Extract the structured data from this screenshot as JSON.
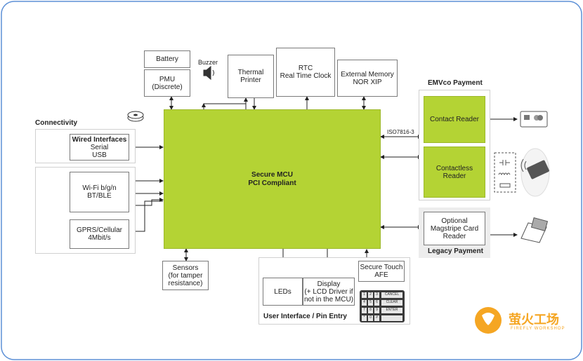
{
  "mcu": {
    "line1": "Secure MCU",
    "line2": "PCI Compliant"
  },
  "top": {
    "battery": "Battery",
    "pmu": [
      "PMU",
      "(Discrete)"
    ],
    "buzzer": "Buzzer",
    "thermal_printer": [
      "Thermal",
      "Printer"
    ],
    "rtc": [
      "RTC",
      "Real Time Clock"
    ],
    "ext_memory": [
      "External Memory",
      "NOR XIP"
    ]
  },
  "connectivity": {
    "title": "Connectivity",
    "wired": [
      "Wired Interfaces",
      "Serial",
      "USB"
    ],
    "wifi": [
      "Wi-Fi b/g/n",
      "BT/BLE"
    ],
    "gprs": [
      "GPRS/Cellular",
      "4Mbit/s"
    ]
  },
  "emvco": {
    "title": "EMVco Payment",
    "contact": "Contact Reader",
    "contactless": [
      "Contactless",
      "Reader"
    ],
    "iso_label": "ISO7816-3"
  },
  "legacy": {
    "title": "Legacy Payment",
    "magstripe": [
      "Optional",
      "Magstripe Card",
      "Reader"
    ]
  },
  "bottom": {
    "sensors": [
      "Sensors",
      "(for tamper",
      "resistance)"
    ],
    "ui_title": "User Interface / Pin Entry",
    "leds": "LEDs",
    "display": [
      "Display",
      "(+ LCD Driver if",
      "not in the MCU)"
    ],
    "touch": [
      "Secure Touch",
      "AFE"
    ],
    "keys": [
      "1",
      "2",
      "3",
      "4",
      "5",
      "6",
      "7",
      "8",
      "9",
      "*",
      "0",
      "#"
    ],
    "key_cancel": "CANCEL",
    "key_clear": "CLEAR",
    "key_enter": "ENTER"
  },
  "logo": {
    "name": "萤火工场",
    "sub": "FIREFLY WORKSHOP"
  },
  "colors": {
    "mcu_green": "#b4d334",
    "logo_orange": "#f5a623",
    "line": "#222222"
  }
}
